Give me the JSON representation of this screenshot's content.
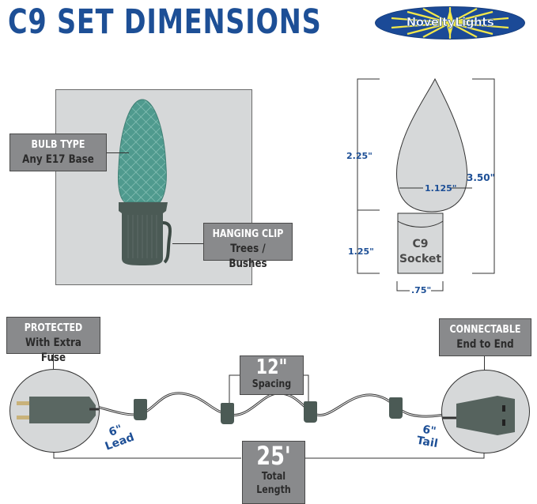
{
  "header": {
    "title": "C9 SET DIMENSIONS",
    "logo_text": "NoveltyLights",
    "logo_colors": {
      "background": "#1b4a97",
      "burst": "#f3e84a"
    }
  },
  "product_photo": {
    "callouts": [
      {
        "title": "BULB TYPE",
        "subtitle": "Any E17 Base"
      },
      {
        "title": "HANGING CLIP",
        "subtitle": "Trees / Bushes"
      }
    ],
    "bulb_color": "#4f9a8e",
    "socket_color": "#4b5a55"
  },
  "dimension_diagram": {
    "bulb_height": "2.25\"",
    "total_height": "3.50\"",
    "bulb_width": "1.125\"",
    "socket_height": "1.25\"",
    "socket_width": ".75\"",
    "socket_label_line1": "C9",
    "socket_label_line2": "Socket"
  },
  "string_diagram": {
    "plug_callout": {
      "title": "PROTECTED",
      "subtitle": "With Extra Fuse"
    },
    "end_callout": {
      "title": "CONNECTABLE",
      "subtitle": "End to End"
    },
    "spacing": {
      "value": "12\"",
      "label": "Spacing"
    },
    "total": {
      "value": "25'",
      "label_line1": "Total",
      "label_line2": "Length"
    },
    "lead": {
      "value": "6\"",
      "label": "Lead"
    },
    "tail": {
      "value": "6\"",
      "label": "Tail"
    }
  },
  "colors": {
    "title_blue": "#1d4f96",
    "callout_gray": "#898a8c",
    "panel_gray": "#d6d8d9"
  }
}
